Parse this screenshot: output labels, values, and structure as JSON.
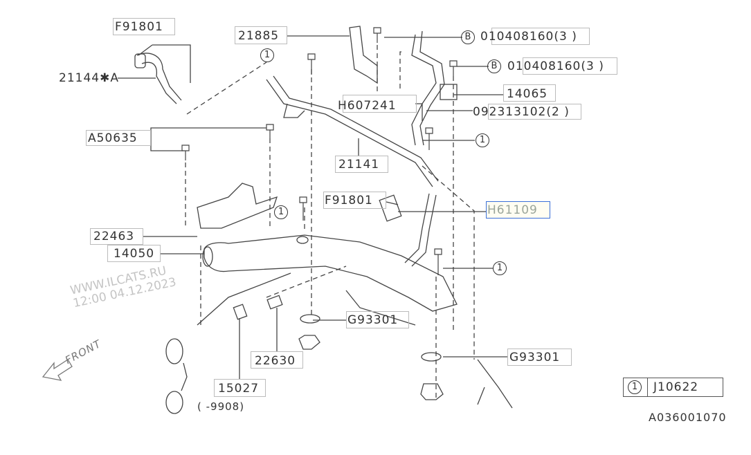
{
  "parts": {
    "f91801_top": "F91801",
    "p21144a": "21144✱A",
    "p21885": "21885",
    "bolt_b1_prefix": "B",
    "bolt_b1": "010408160(3 )",
    "bolt_b2_prefix": "B",
    "bolt_b2": "010408160(3 )",
    "p14065": "14065",
    "h607241": "H607241",
    "p092313102": "092313102(2 )",
    "a50635": "A50635",
    "p21141": "21141",
    "f91801_mid": "F91801",
    "h61109": "H61109",
    "p22463": "22463",
    "p14050": "14050",
    "g93301_a": "G93301",
    "g93301_b": "G93301",
    "p22630": "22630",
    "p15027": "15027",
    "range_note": "(     -9908)"
  },
  "callout_marker": "1",
  "legend": {
    "marker": "1",
    "code": "J10622"
  },
  "diagram_id": "A036001070",
  "watermark": {
    "line1": "WWW.ILCATS.RU",
    "line2": "12:00 04.12.2023"
  },
  "front_label": "FRONT",
  "colors": {
    "highlight_border": "#3a6fd8"
  }
}
